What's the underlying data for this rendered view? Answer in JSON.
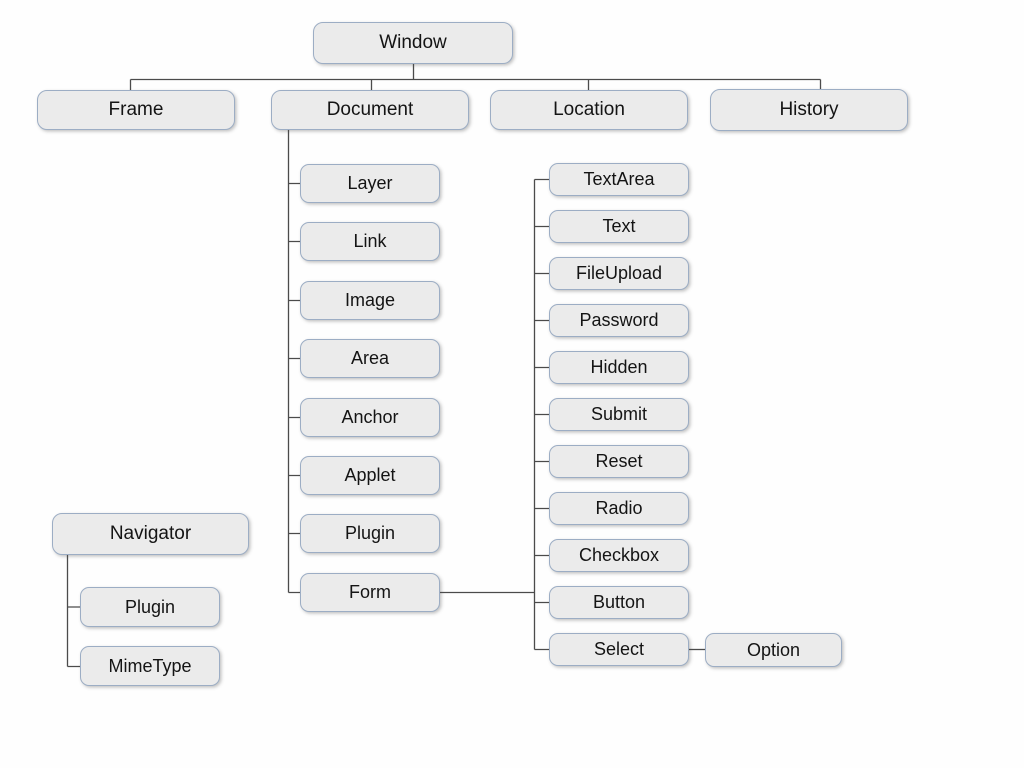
{
  "colors": {
    "background": "#fefefe",
    "box_fill": "#ebebeb",
    "box_border": "#9cadc4",
    "connector": "#4b4b4b",
    "text": "#141414"
  },
  "diagram": {
    "type": "tree",
    "root": {
      "label": "Window"
    },
    "level2": [
      {
        "label": "Frame"
      },
      {
        "label": "Document"
      },
      {
        "label": "Location"
      },
      {
        "label": "History"
      }
    ],
    "document_children": [
      {
        "label": "Layer"
      },
      {
        "label": "Link"
      },
      {
        "label": "Image"
      },
      {
        "label": "Area"
      },
      {
        "label": "Anchor"
      },
      {
        "label": "Applet"
      },
      {
        "label": "Plugin"
      },
      {
        "label": "Form"
      }
    ],
    "form_children": [
      {
        "label": "TextArea"
      },
      {
        "label": "Text"
      },
      {
        "label": "FileUpload"
      },
      {
        "label": "Password"
      },
      {
        "label": "Hidden"
      },
      {
        "label": "Submit"
      },
      {
        "label": "Reset"
      },
      {
        "label": "Radio"
      },
      {
        "label": "Checkbox"
      },
      {
        "label": "Button"
      },
      {
        "label": "Select"
      }
    ],
    "select_child": {
      "label": "Option"
    },
    "navigator": {
      "label": "Navigator"
    },
    "navigator_children": [
      {
        "label": "Plugin"
      },
      {
        "label": "MimeType"
      }
    ]
  }
}
